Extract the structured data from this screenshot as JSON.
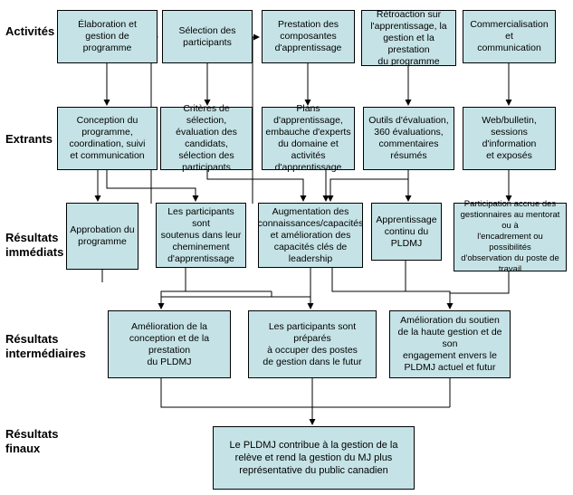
{
  "rows": {
    "activites": "Activités",
    "extrants": "Extrants",
    "immediats": "Résultats\nimmédiats",
    "intermediaires": "Résultats\nintermédiaires",
    "finaux": "Résultats\nfinaux"
  },
  "activities": {
    "a1": "Élaboration et\ngestion de\nprogramme",
    "a2": "Sélection des\nparticipants",
    "a3": "Prestation des\ncomposantes\nd'apprentissage",
    "a4": "Rétroaction sur\nl'apprentissage, la\ngestion et la prestation\ndu programme",
    "a5": "Commercialisation et\ncommunication"
  },
  "outputs": {
    "e1": "Conception du\nprogramme,\ncoordination, suivi\net communication",
    "e2": "Critères de sélection,\névaluation des candidats,\nsélection des participants",
    "e3": "Plans d'apprentissage,\nembauche d'experts\ndu domaine et activités\nd'apprentissage",
    "e4": "Outils d'évaluation,\n360 évaluations,\ncommentaires résumés",
    "e5": "Web/bulletin,\nsessions d'information\net exposés"
  },
  "immediate": {
    "i1": "Approbation du\nprogramme",
    "i2": "Les participants sont\nsoutenus dans leur\ncheminement\nd'apprentissage",
    "i3": "Augmentation des\nconnaissances/capacités\net amélioration des\ncapacités clés de leadership",
    "i4": "Apprentissage\ncontinu du\nPLDMJ",
    "i5": "Participation accrue des\ngestionnaires au mentorat ou à\nl'encadrement ou possibilités\nd'observation du poste de travail"
  },
  "intermediate": {
    "m1": "Amélioration de la\nconception et de la prestation\ndu PLDMJ",
    "m2": "Les participants sont préparés\nà occuper des postes\nde gestion dans le futur",
    "m3": "Amélioration du soutien\nde la haute gestion et de son\nengagement envers le\nPLDMJ actuel et futur"
  },
  "final": {
    "f1": "Le PLDMJ contribue à la gestion de la\nrelève et rend la gestion du MJ plus\nreprésentative du public canadien"
  }
}
